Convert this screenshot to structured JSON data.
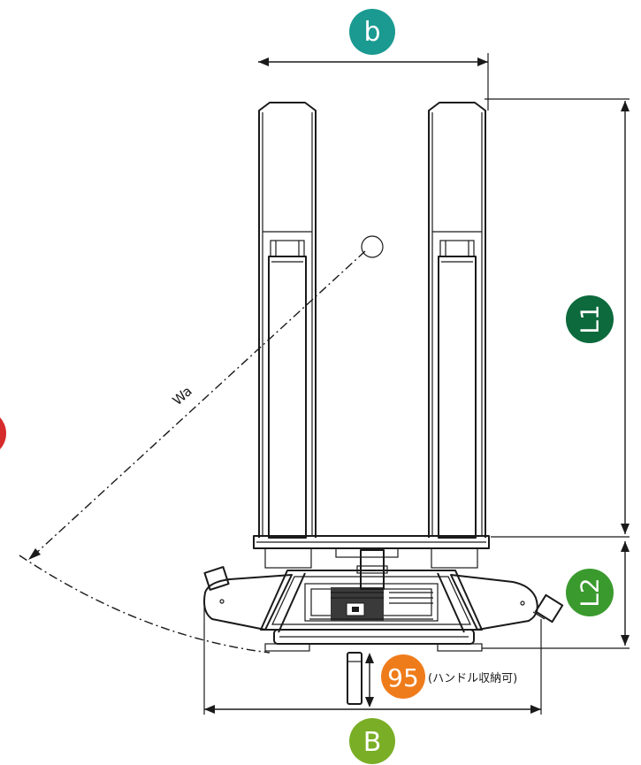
{
  "labels": {
    "b": "b",
    "L1": "L1",
    "L2": "L2",
    "B": "B",
    "Wa": "Wa",
    "dim95": "95",
    "handle_note": "(ハンドル収納可)"
  },
  "colors": {
    "teal": "#1a9a91",
    "dark_green": "#0c6a3c",
    "light_green": "#3a9a2e",
    "yellow_green": "#7aae26",
    "orange": "#ef7c1b",
    "red": "#d62b2b",
    "line": "#1a1a1a"
  }
}
